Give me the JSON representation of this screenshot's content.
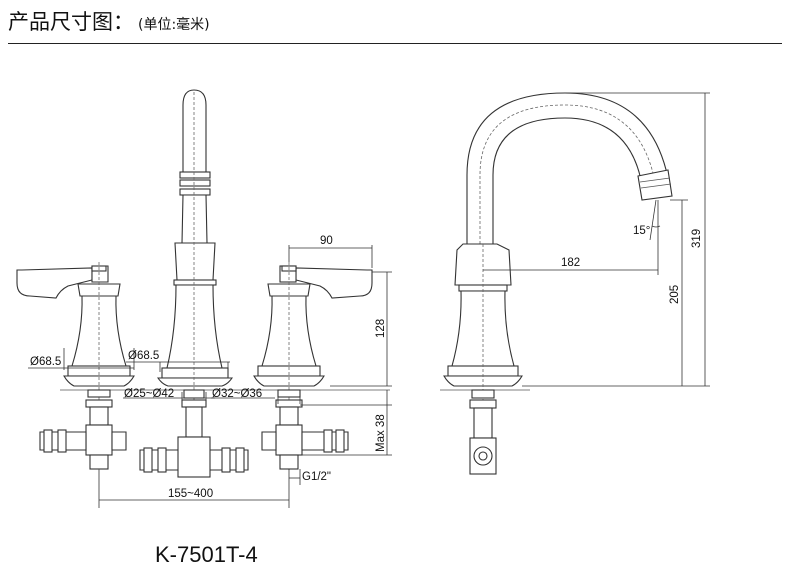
{
  "header": {
    "title": "产品尺寸图：",
    "unit": "(单位:毫米)"
  },
  "dimensions": {
    "d_base_left": "Ø68.5",
    "d_base_center": "Ø68.5",
    "hole_left": "Ø25~Ø42",
    "hole_right": "Ø32~Ø36",
    "handle_reach": "90",
    "handle_height": "128",
    "max_deck": "Max 38",
    "thread": "G1/2\"",
    "spread": "155~400",
    "spout_reach": "182",
    "spout_outlet_height": "205",
    "overall_height": "319",
    "spout_angle": "15°"
  },
  "model": "K-7501T-4"
}
